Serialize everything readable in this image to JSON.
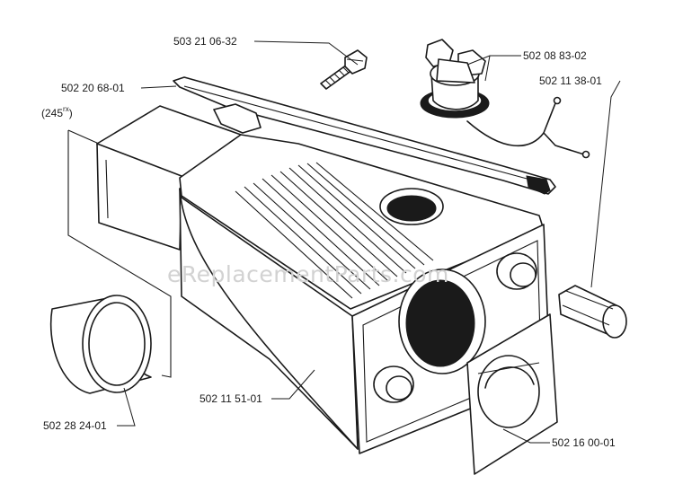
{
  "diagram": {
    "watermark": "eReplacementParts.com",
    "parts": [
      {
        "id": "bolt",
        "number": "503 21 06-32"
      },
      {
        "id": "fuel-cap",
        "number": "502 08 83-02"
      },
      {
        "id": "hose-connector",
        "number": "502 11 38-01"
      },
      {
        "id": "strap",
        "number": "502 20 68-01"
      },
      {
        "id": "model-note",
        "number": "(245",
        "superscript": "rx",
        "suffix": ")"
      },
      {
        "id": "ring",
        "number": "502 28 24-01"
      },
      {
        "id": "tank",
        "number": "502 11 51-01"
      },
      {
        "id": "gasket",
        "number": "502 16 00-01"
      }
    ]
  }
}
